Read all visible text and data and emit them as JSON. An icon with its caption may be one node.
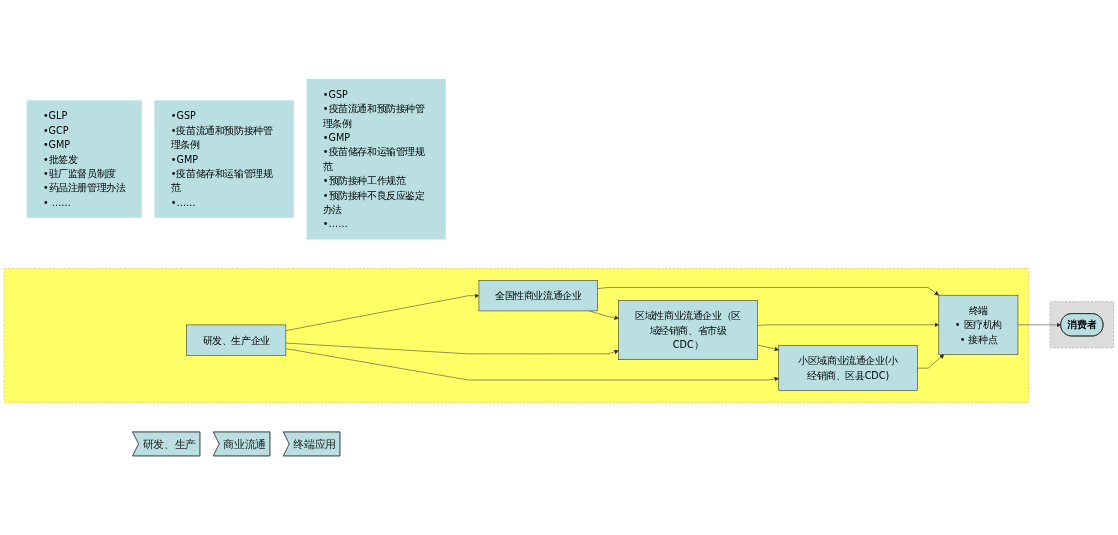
{
  "diagram": {
    "nodes": [
      {
        "text": [
          "研发、生产"
        ]
      },
      {
        "text": [
          "商业流通"
        ]
      },
      {
        "text": [
          "终端应用"
        ]
      },
      {
        "text": [],
        "shape": "box"
      },
      {
        "text": [
          "研发、生产企业"
        ],
        "in": 3
      },
      {
        "text": [
          "全国性商业流通企业"
        ],
        "in": 3
      },
      {
        "text": [
          "区域性商业流通企业（区域经销商、省市级CDC）"
        ],
        "in": 3
      },
      {
        "text": [
          "小区域商业流通企业(小经销商、区县CDC)"
        ],
        "in": 3
      },
      {
        "text": [
          "终端",
          "• 医疗机构",
          "• 接种点"
        ],
        "in": 3
      },
      {
        "text": [],
        "shape": "box"
      },
      {
        "text": [
          "消费者"
        ],
        "in": 9
      },
      {
        "text": [
          "•GLP",
          "•GCP",
          "•GMP",
          "•批签发",
          "•驻厂监督员制度",
          "•药品注册管理办法",
          "• ……"
        ]
      },
      {
        "text": [
          "•GSP",
          "•疫苗流通和预防接种管理条例",
          "•GMP",
          "•疫苗储存和运输管理规范",
          "•……"
        ]
      },
      {
        "text": [
          "•GSP",
          "•疫苗流通和预防接种管理条例",
          "•GMP",
          "•疫苗储存和运输管理规范",
          "•预防接种工作规范",
          "•预防接种不良反应鉴定办法",
          "•……"
        ]
      }
    ],
    "edges": [
      {
        "from": 4,
        "to": 5,
        "arrow": "to"
      },
      {
        "from": 5,
        "to": 6,
        "arrow": "to"
      },
      {
        "from": 4,
        "to": 6,
        "arrow": "to"
      },
      {
        "from": 6,
        "to": 7,
        "arrow": "to"
      },
      {
        "from": 4,
        "to": 7,
        "arrow": "to"
      },
      {
        "from": 5,
        "to": 8,
        "arrow": "to"
      },
      {
        "from": 6,
        "to": 8,
        "arrow": "to"
      },
      {
        "from": 7,
        "to": 8,
        "arrow": "to"
      },
      {
        "from": 8,
        "to": 10,
        "arrow": "to"
      }
    ]
  }
}
